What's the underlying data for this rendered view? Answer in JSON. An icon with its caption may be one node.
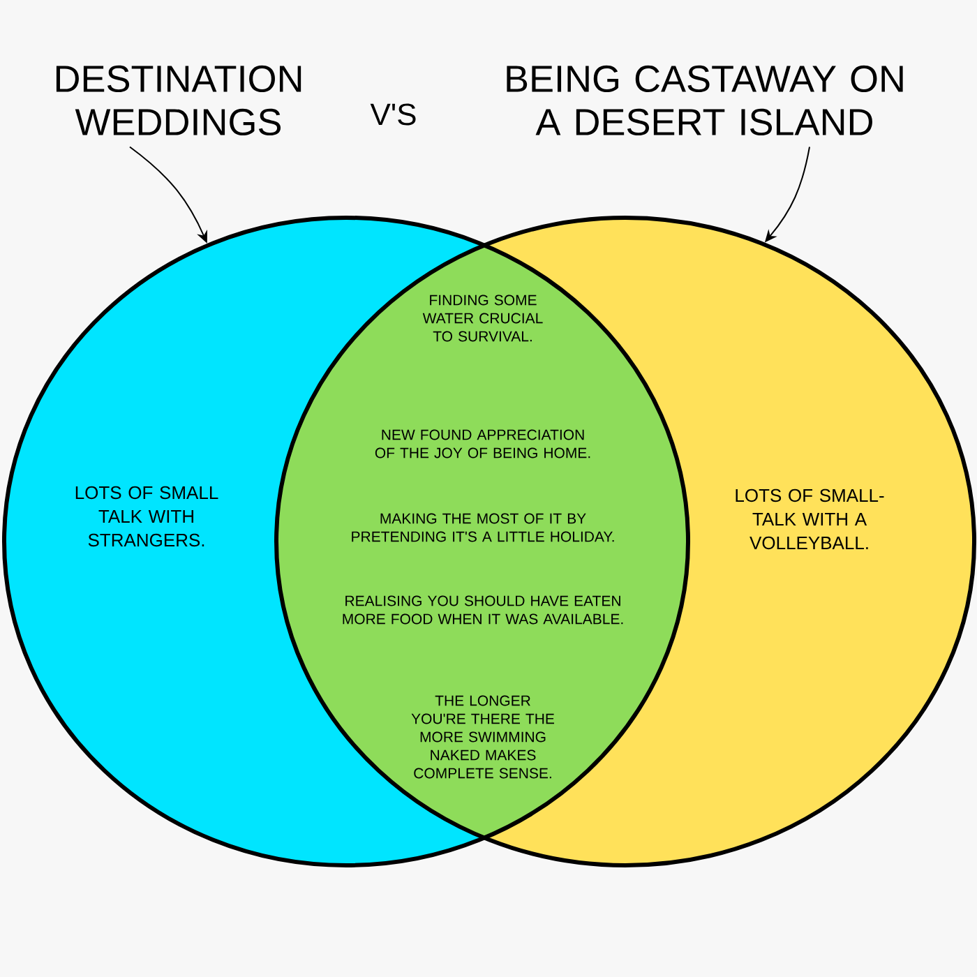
{
  "diagram": {
    "nodes": [
      {
        "text": [
          "DESTINATION WEDDINGS"
        ]
      },
      {
        "text": [
          "BEING CASTAWAY ON A DESERT ISLAND"
        ]
      },
      {
        "text": [
          "LOTS OF SMALL TALK WITH STRANGERS."
        ]
      },
      {
        "text": [
          "LOTS OF SMALL-TALK WITH A VOLLEYBALL."
        ]
      },
      {
        "text": [
          "FINDING SOME WATER CRUCIAL TO SURVIVAL.",
          "NEW FOUND APPRECIATION OF THE JOY OF BEING HOME.",
          "MAKING THE MOST OF IT BY PRETENDING IT'S A LITTLE HOLIDAY.",
          "REALISING YOU SHOULD HAVE EATEN MORE FOOD WHEN IT WAS AVAILABLE.",
          "THE LONGER YOU'RE THERE THE MORE SWIMMING NAKED MAKES COMPLETE SENSE."
        ]
      }
    ],
    "edges": [
      {
        "from": 0,
        "to": 2,
        "arrow": "to"
      },
      {
        "from": 1,
        "to": 3,
        "arrow": "to"
      }
    ],
    "labels": [
      "V'S"
    ]
  }
}
